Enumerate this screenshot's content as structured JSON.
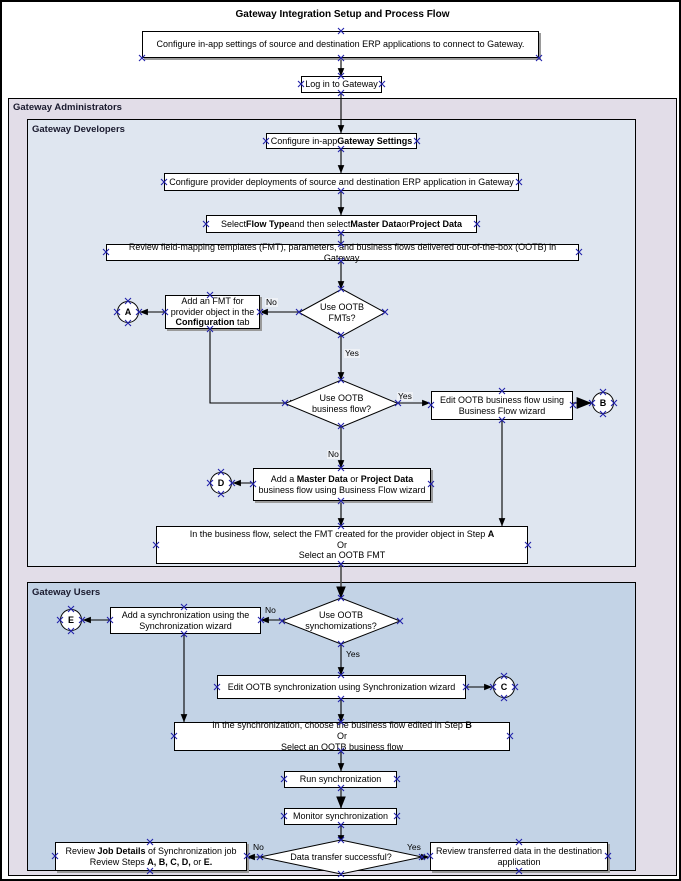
{
  "diagram": {
    "title": "Gateway Integration Setup and Process Flow",
    "type": "flowchart",
    "colors": {
      "lane_admin_bg": "#e2dde8",
      "lane_developers_bg": "#dfe6f0",
      "lane_users_bg": "#c3d3e6",
      "node_bg": "#ffffff",
      "border": "#000000",
      "shadow": "#9a9a9a",
      "handle": "#2222aa"
    },
    "lanes": [
      {
        "id": "admins",
        "label": "Gateway Administrators"
      },
      {
        "id": "developers",
        "label": "Gateway Developers"
      },
      {
        "id": "users",
        "label": "Gateway Users"
      }
    ],
    "nodes": {
      "configure_inapp": "Configure in-app settings of source and destination ERP applications to connect to Gateway.",
      "login": "Log in to Gateway",
      "gateway_settings_pre": "Configure in-app ",
      "gateway_settings_bold": "Gateway Settings",
      "provider_deployments": "Configure provider deployments of source and destination ERP application  in Gateway",
      "flow_type_a": "Select ",
      "flow_type_b": "Flow Type",
      "flow_type_c": " and then select ",
      "flow_type_d": "Master Data",
      "flow_type_e": " or ",
      "flow_type_f": "Project Data",
      "review_templates": "Review field-mapping templates (FMT), parameters, and business flows delivered out-of-the-box (OOTB) in Gateway.",
      "add_fmt_l1": "Add an FMT for",
      "add_fmt_l2": "provider object in the",
      "add_fmt_l3_bold": "Configuration",
      "add_fmt_l3_tail": " tab",
      "use_ootb_fmts_l1": "Use OOTB",
      "use_ootb_fmts_l2": "FMTs?",
      "use_ootb_bizflow_l1": "Use OOTB",
      "use_ootb_bizflow_l2": "business flow?",
      "edit_ootb_bizflow_l1": "Edit OOTB business flow using",
      "edit_ootb_bizflow_l2": "Business Flow wizard",
      "add_bizflow_l1_a": "Add a ",
      "add_bizflow_l1_b": "Master Data",
      "add_bizflow_l1_c": " or ",
      "add_bizflow_l1_d": "Project Data",
      "add_bizflow_l2": "business flow using Business Flow wizard",
      "select_fmt_l1_a": "In the business flow, select the FMT created for the provider object in Step ",
      "select_fmt_l1_b": "A",
      "select_fmt_l2": "Or",
      "select_fmt_l3": "Select an OOTB FMT",
      "add_sync_l1": "Add a synchronization using the",
      "add_sync_l2": "Synchronization wizard",
      "use_ootb_sync_l1": "Use OOTB",
      "use_ootb_sync_l2": "synchomizations?",
      "edit_ootb_sync": "Edit OOTB synchronization using Synchronization wizard",
      "choose_bizflow_l1_a": "In the synchronization, choose the business flow edited in Step ",
      "choose_bizflow_l1_b": "B",
      "choose_bizflow_l2": "Or",
      "choose_bizflow_l3": "Select an OOTB business flow",
      "run_sync": "Run synchronization",
      "monitor_sync": "Monitor synchronization",
      "review_job_l1_a": "Review ",
      "review_job_l1_b": "Job Details",
      "review_job_l1_c": " of Synchronization job",
      "review_job_l2_a": "Review Steps ",
      "review_job_l2_b": "A, B, C, D,",
      "review_job_l2_c": " or ",
      "review_job_l2_d": "E.",
      "data_transfer_q": "Data transfer successful?",
      "review_transferred_l1": "Review transferred data in the destination",
      "review_transferred_l2": "application"
    },
    "connectors": {
      "a": "A",
      "b": "B",
      "c": "C",
      "d": "D",
      "e": "E"
    },
    "edge_labels": {
      "fmts_no": "No",
      "fmts_yes": "Yes",
      "bizflow_yes": "Yes",
      "bizflow_no": "No",
      "sync_no": "No",
      "sync_yes": "Yes",
      "transfer_no": "No",
      "transfer_yes": "Yes"
    }
  }
}
